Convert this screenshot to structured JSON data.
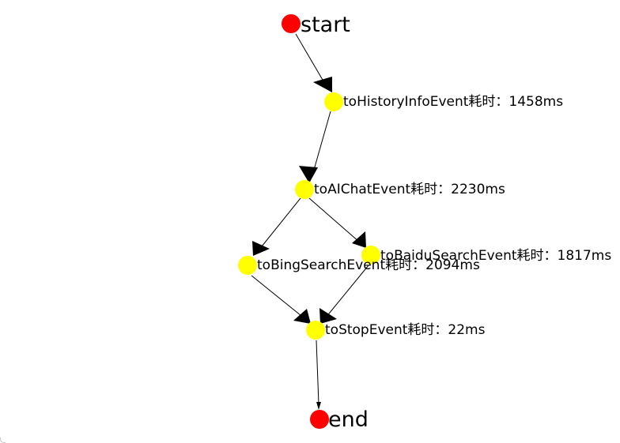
{
  "flow": {
    "start_label": "start",
    "end_label": "end",
    "events": {
      "history": "toHistoryInfoEvent耗时：1458ms",
      "aichat": "toAIChatEvent耗时：2230ms",
      "bing": "toBingSearchEvent耗时：2094ms",
      "baidu": "toBaiduSearchEvent耗时：1817ms",
      "stop": "toStopEvent耗时：22ms"
    },
    "colors": {
      "terminal_node": "#ff0000",
      "event_node": "#ffff00",
      "edge": "#000000"
    }
  }
}
